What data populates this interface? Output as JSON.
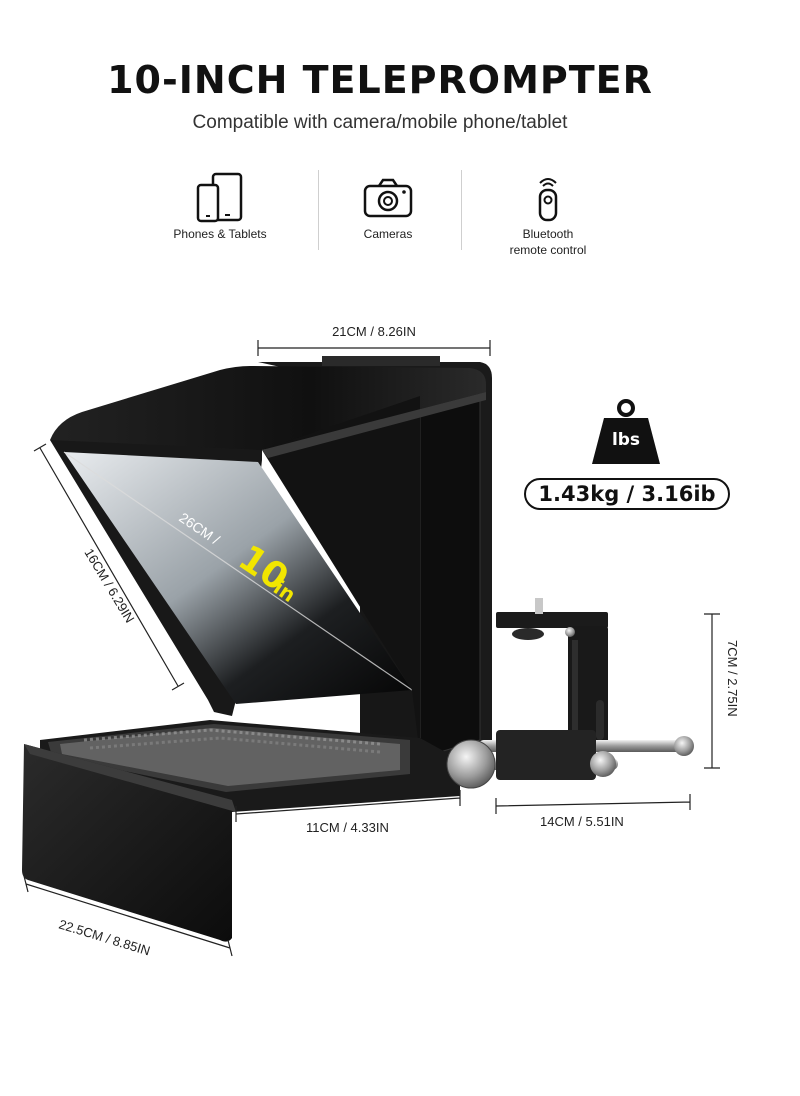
{
  "header": {
    "title": "10-INCH TELEPROMPTER",
    "subtitle": "Compatible with camera/mobile phone/tablet"
  },
  "features": [
    {
      "icon": "phone-tablet-icon",
      "label": "Phones & Tablets"
    },
    {
      "icon": "camera-icon",
      "label": "Cameras"
    },
    {
      "icon": "bluetooth-remote-icon",
      "label_line1": "Bluetooth",
      "label_line2": "remote control"
    }
  ],
  "weight": {
    "icon_text": "lbs",
    "value": "1.43kg / 3.16ib"
  },
  "screen": {
    "diagonal_cm": "26CM /",
    "diagonal_in_number": "10",
    "diagonal_in_unit": "in"
  },
  "dimensions": {
    "top_width": "21CM / 8.26IN",
    "hood_side": "16CM / 6.29IN",
    "bracket_height": "7CM / 2.75IN",
    "base_depth": "11CM / 4.33IN",
    "rail_length": "14CM / 5.51IN",
    "shade_width": "22.5CM / 8.85IN"
  },
  "colors": {
    "accent_yellow": "#f2e600",
    "product_black": "#141414"
  }
}
